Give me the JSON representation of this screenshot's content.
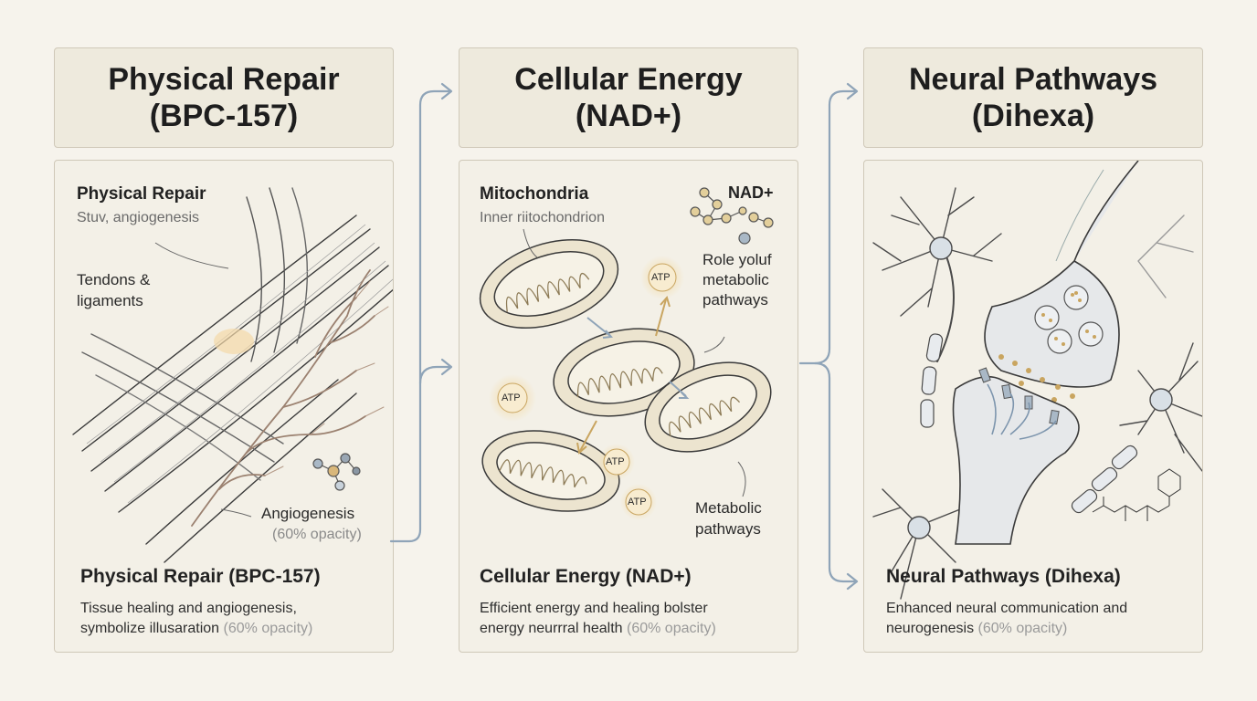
{
  "columns": [
    {
      "header_line1": "Physical Repair",
      "header_line2": "(BPC-157)",
      "label_title": "Physical Repair",
      "label_sub": "Stuv, angiogenesis",
      "label_tendons_1": "Tendons &",
      "label_tendons_2": "ligaments",
      "label_angio": "Angiogenesis",
      "label_angio_note": "(60% opacity)",
      "footer_title": "Physical Repair (BPC-157)",
      "footer_line1": "Tissue healing and angiogenesis,",
      "footer_line2": "symbolize illusaration",
      "footer_note": "(60% opacity)"
    },
    {
      "header_line1": "Cellular Energy",
      "header_line2": "(NAD+)",
      "label_title": "Mitochondria",
      "label_sub": "Inner riitochondrion",
      "label_nad": "NAD+",
      "label_role_1": "Role yoluf",
      "label_role_2": "metabolic",
      "label_role_3": "pathways",
      "atp": "ATP",
      "label_meta_1": "Metabolic",
      "label_meta_2": "pathways",
      "footer_title": "Cellular Energy (NAD+)",
      "footer_line1": "Efficient energy and healing bolster",
      "footer_line2": "energy neurrral health",
      "footer_note": "(60% opacity)"
    },
    {
      "header_line1": "Neural Pathways",
      "header_line2": "(Dihexa)",
      "footer_title": "Neural Pathways (Dihexa)",
      "footer_line1": "Enhanced neural communication and",
      "footer_line2": "neurogenesis",
      "footer_note": "(60% opacity)"
    }
  ],
  "colors": {
    "background": "#f6f3ec",
    "header_fill": "#eeeadd",
    "panel_fill": "#f3f0e7",
    "border": "#cfc8b8",
    "connector": "#8fa4b8",
    "mito_fill": "#e9e0c8",
    "atp_glow": "#f4d9a0",
    "vessel": "#9b8170"
  }
}
